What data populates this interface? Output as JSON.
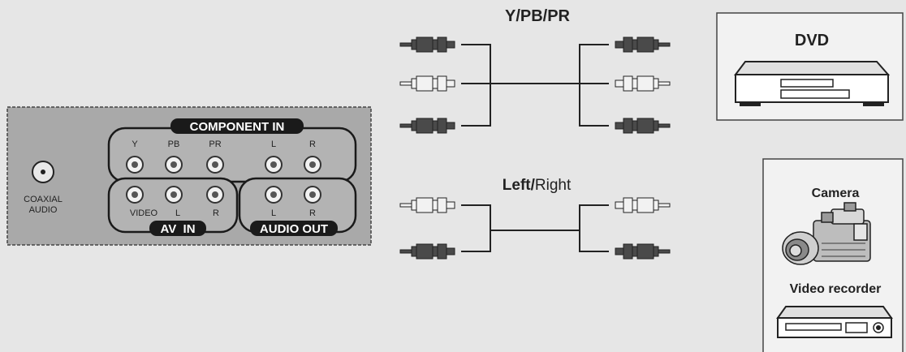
{
  "panel": {
    "component_in": "COMPONENT IN",
    "component_ports": [
      "Y",
      "PB",
      "PR",
      "L",
      "R"
    ],
    "av_in": "AV  IN",
    "av_ports": [
      "VIDEO",
      "L",
      "R"
    ],
    "audio_out": "AUDIO OUT",
    "audio_out_ports": [
      "L",
      "R"
    ],
    "coaxial_line1": "COAXIAL",
    "coaxial_line2": "AUDIO"
  },
  "cables": {
    "video_label": "Y/PB/PR",
    "audio_label_bold": "Left/",
    "audio_label_regular": "Right"
  },
  "devices": {
    "dvd": "DVD",
    "camera": "Camera",
    "video_recorder": "Video recorder"
  },
  "colors": {
    "background": "#e6e6e6",
    "panel_fill": "#a9a9a9",
    "label_fill": "#1a1a1a",
    "plug_dark": "#4a4a4a",
    "plug_light": "#f2f2f2"
  }
}
